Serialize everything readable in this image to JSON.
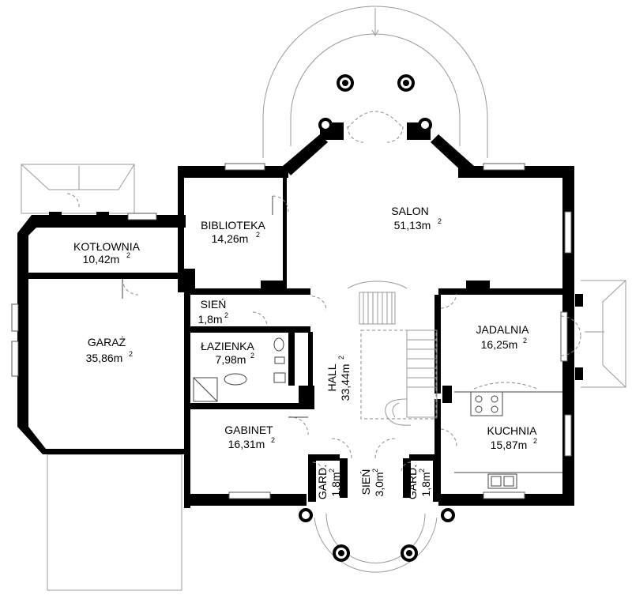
{
  "rooms": [
    {
      "id": "kotlownia",
      "name": "KOTŁOWNIA",
      "area": "10,42m",
      "unit_exp": "2"
    },
    {
      "id": "biblioteka",
      "name": "BIBLIOTEKA",
      "area": "14,26m",
      "unit_exp": "2"
    },
    {
      "id": "salon",
      "name": "SALON",
      "area": "51,13m",
      "unit_exp": "2"
    },
    {
      "id": "garaz",
      "name": "GARAŻ",
      "area": "35,86m",
      "unit_exp": "2"
    },
    {
      "id": "sien-upper",
      "name": "SIEŃ",
      "area": "1,8m",
      "unit_exp": "2"
    },
    {
      "id": "lazienka",
      "name": "ŁAZIENKA",
      "area": "7,98m",
      "unit_exp": "2"
    },
    {
      "id": "hall",
      "name": "HALL",
      "area": "33,44m",
      "unit_exp": "2"
    },
    {
      "id": "jadalnia",
      "name": "JADALNIA",
      "area": "16,25m",
      "unit_exp": "2"
    },
    {
      "id": "gabinet",
      "name": "GABINET",
      "area": "16,31m",
      "unit_exp": "2"
    },
    {
      "id": "kuchnia",
      "name": "KUCHNIA",
      "area": "15,87m",
      "unit_exp": "2"
    },
    {
      "id": "gard-left",
      "name": "GARD.",
      "area": "1,8m",
      "unit_exp": "2"
    },
    {
      "id": "sien-lower",
      "name": "SIEŃ",
      "area": "3,0m",
      "unit_exp": "2"
    },
    {
      "id": "gard-right",
      "name": "GARD.",
      "area": "1,8m",
      "unit_exp": "2"
    }
  ]
}
